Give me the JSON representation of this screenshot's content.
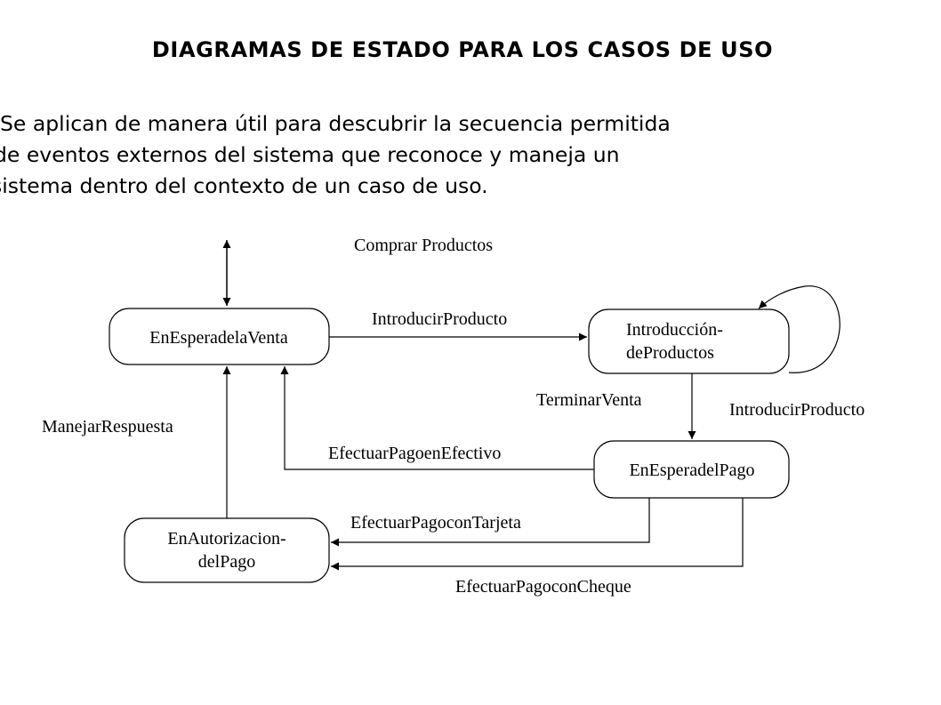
{
  "title": "DIAGRAMAS DE ESTADO PARA LOS CASOS DE USO",
  "paragraph": [
    "Se aplican de manera útil para descubrir la secuencia permitida",
    "de eventos externos del sistema que reconoce y maneja un",
    "sistema dentro del contexto de un caso de uso."
  ],
  "diagram": {
    "use_case_label": "Comprar Productos",
    "states": {
      "en_espera_venta": "EnEsperadelaVenta",
      "introduccion_productos": [
        "Introducción-",
        "deProductos"
      ],
      "en_espera_pago": "EnEsperadelPago",
      "en_autorizacion_pago": [
        "EnAutorizacion-",
        "delPago"
      ]
    },
    "transitions": {
      "introducir_producto": "IntroducirProducto",
      "introducir_producto_loop": "IntroducirProducto",
      "terminar_venta": "TerminarVenta",
      "efectuar_pago_efectivo": "EfectuarPagoenEfectivo",
      "efectuar_pago_tarjeta": "EfectuarPagoconTarjeta",
      "efectuar_pago_cheque": "EfectuarPagoconCheque",
      "manejar_respuesta": "ManejarRespuesta"
    }
  }
}
